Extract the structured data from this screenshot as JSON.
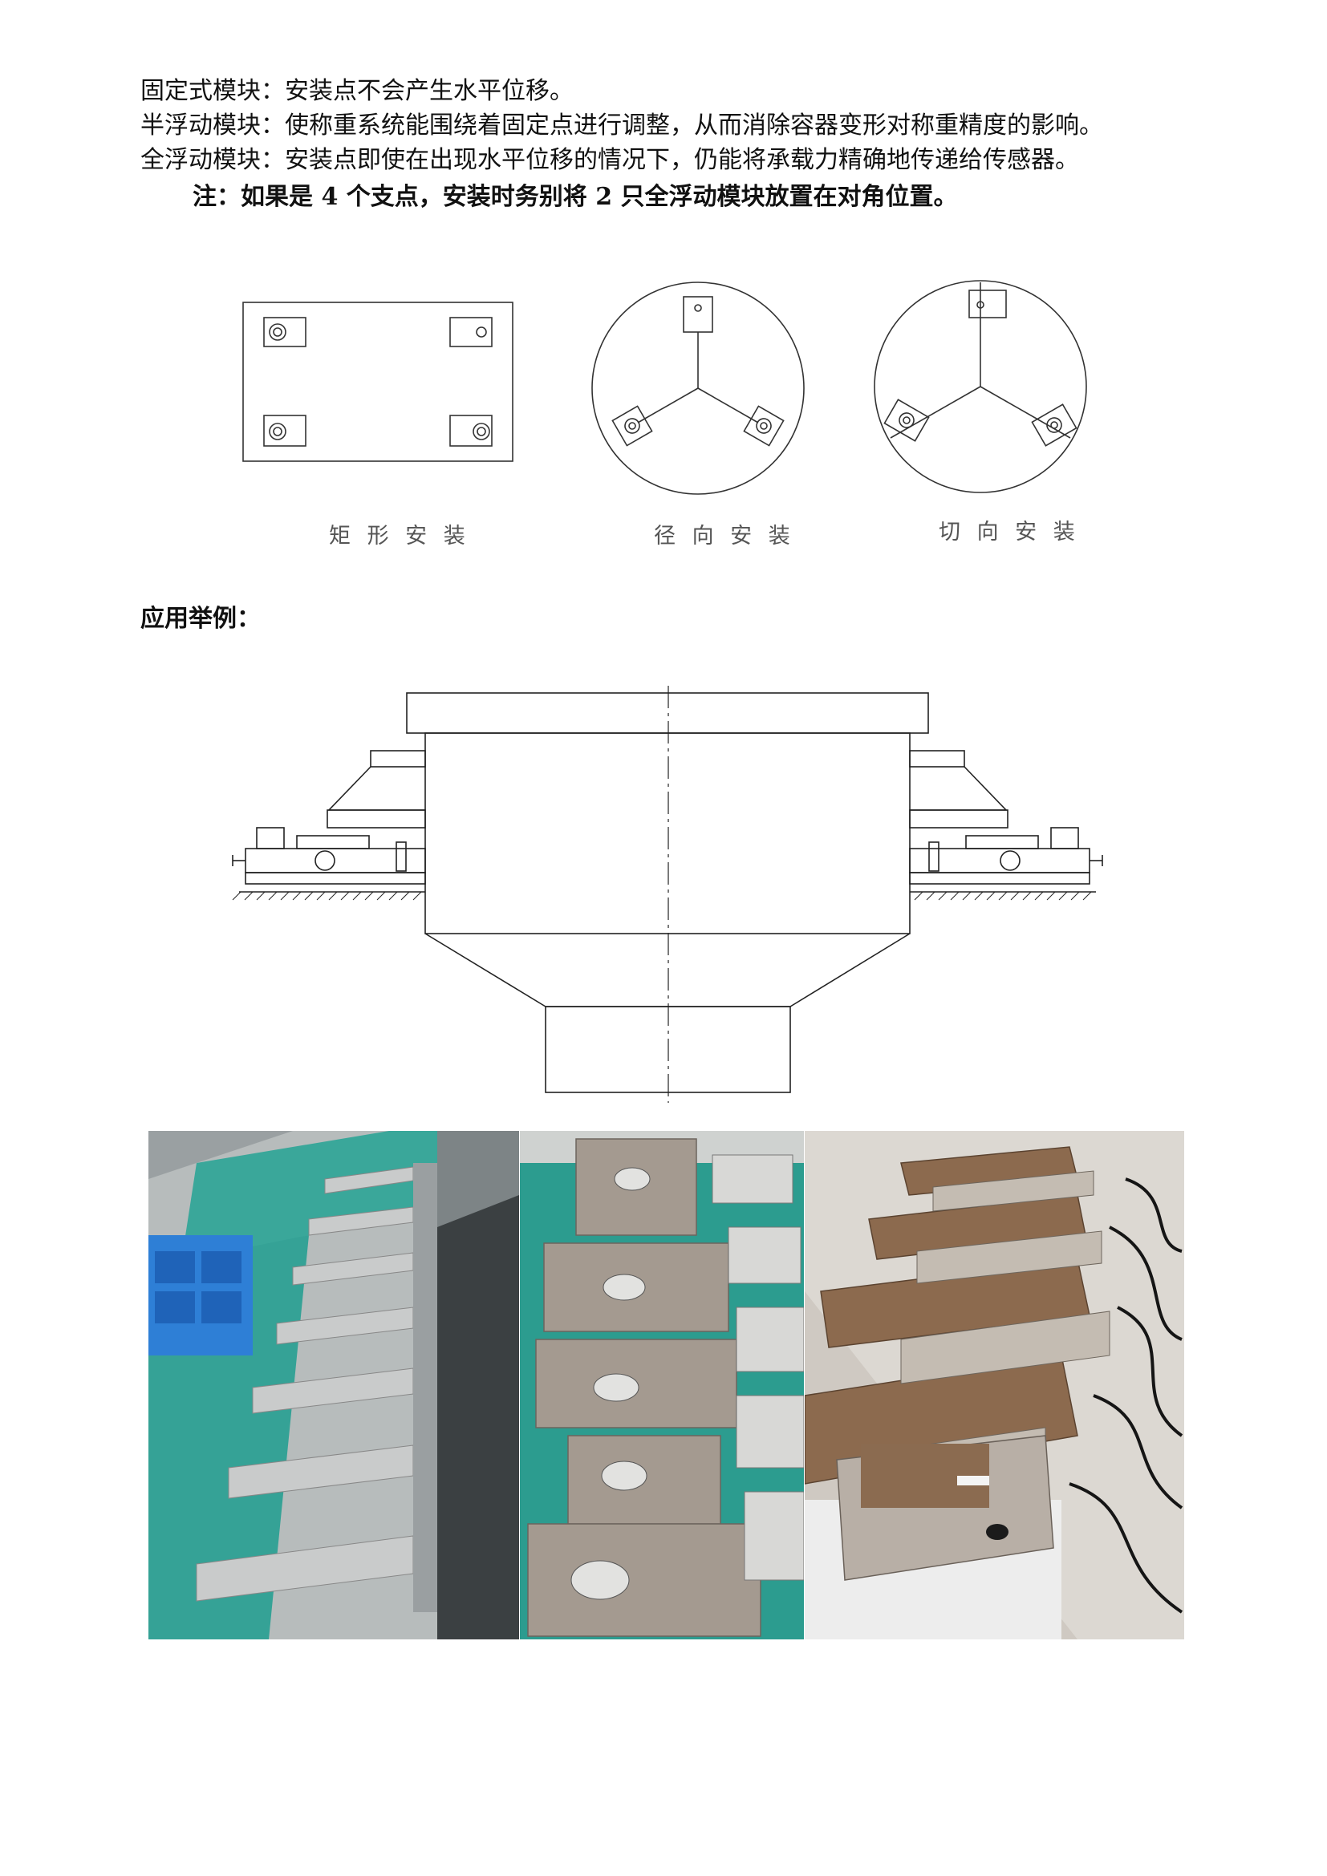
{
  "text": {
    "line1": "固定式模块：安装点不会产生水平位移。",
    "line2": "半浮动模块：使称重系统能围绕着固定点进行调整，从而消除容器变形对称重精度的影响。",
    "line3": "全浮动模块：安装点即使在出现水平位移的情况下，仍能将承载力精确地传递给传感器。",
    "note": "注：如果是 4 个支点，安装时务别将 2 只全浮动模块放置在对角位置。",
    "application_title": "应用举例："
  },
  "diagrams": {
    "rect_label": "矩 形 安 装",
    "radial_label": "径 向 安 装",
    "tangent_label": "切 向 安 装"
  },
  "photos": [
    {
      "name": "photo-load-cell-modules-row"
    },
    {
      "name": "photo-mounting-plates"
    },
    {
      "name": "photo-modules-with-cables"
    }
  ]
}
